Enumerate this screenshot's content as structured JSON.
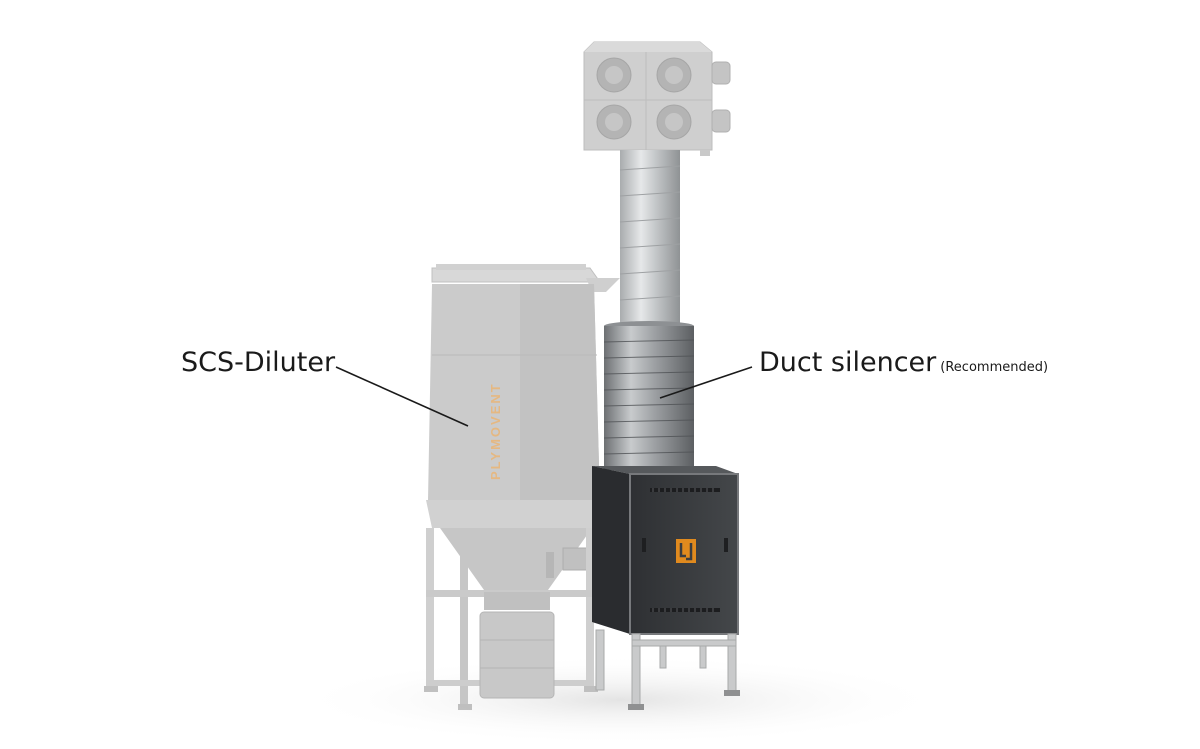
{
  "labels": {
    "diluter": "SCS-Diluter",
    "silencer": "Duct silencer",
    "silencer_note": "(Recommended)"
  },
  "brand": {
    "logo_text": "PLYMOVENT",
    "accent_color": "#e08a1e"
  },
  "colors": {
    "background": "#ffffff",
    "ghost_equipment": "#c9c9c9",
    "fan_cabinet": "#3b3d40",
    "label_text": "#1a1a1a",
    "leader_line": "#1a1a1a"
  }
}
